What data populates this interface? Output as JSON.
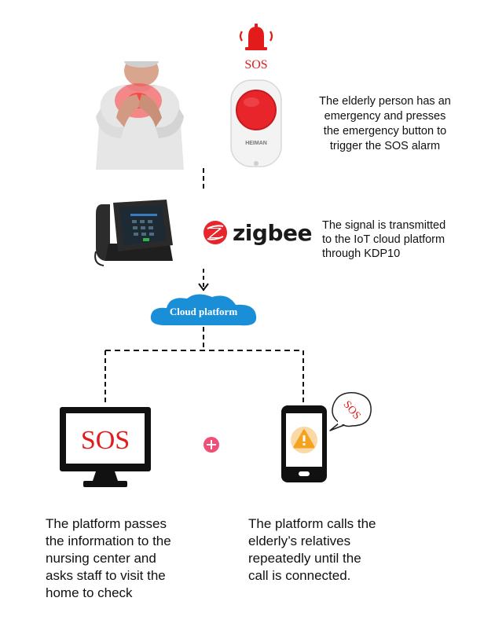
{
  "alarm": {
    "bell_icon": "alarm-bell-icon",
    "sos_label": "SOS",
    "accent_color": "#e31b1b"
  },
  "button_device": {
    "brand": "HEIMAN",
    "button_color": "#e8252a"
  },
  "step1": {
    "text_lines": [
      "The elderly person has an",
      "emergency and presses",
      "the emergency button to",
      "trigger the SOS alarm"
    ]
  },
  "zigbee": {
    "logo_text": "zigbee",
    "logo_color": "#e8252a"
  },
  "step2": {
    "text_lines": [
      "The signal is transmitted",
      "to the IoT cloud platform",
      "through KDP10"
    ]
  },
  "cloud": {
    "label": "Cloud platform",
    "color": "#1a8fd8"
  },
  "monitor": {
    "screen_text": "SOS",
    "text_color": "#e31b1b"
  },
  "phone": {
    "bubble_text": "SOS",
    "warning_color": "#f5a21e"
  },
  "connector": {
    "plus_icon": "plus-icon",
    "color": "#ef5077"
  },
  "left_outcome": {
    "text_lines": [
      "The platform passes",
      "the information to the",
      "nursing center and",
      "asks staff to visit the",
      "home to check"
    ]
  },
  "right_outcome": {
    "text_lines": [
      "The platform calls the",
      "elderly’s relatives",
      "repeatedly until the",
      "call is connected."
    ]
  }
}
